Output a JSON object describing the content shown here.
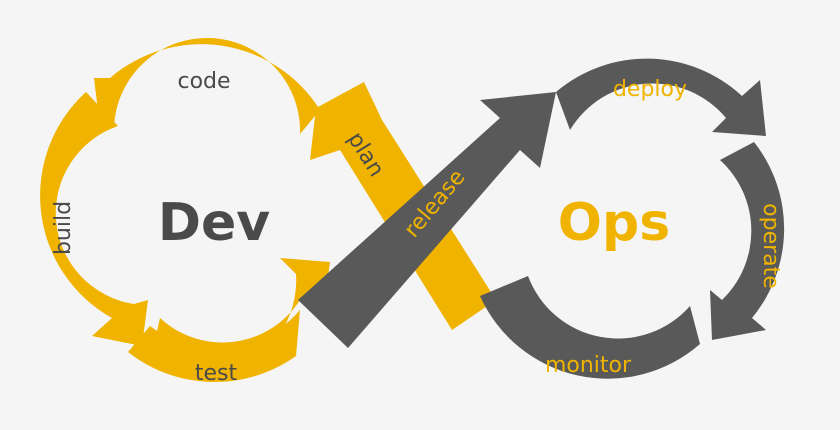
{
  "title_left": "Dev",
  "title_right": "Ops",
  "stages": {
    "code": "code",
    "build": "build",
    "test": "test",
    "plan": "plan",
    "release": "release",
    "deploy": "deploy",
    "operate": "operate",
    "monitor": "monitor"
  },
  "colors": {
    "dev": "#f0b400",
    "ops": "#595959",
    "dev_text": "#4a4a4a",
    "ops_text": "#f0b400",
    "background": "#f5f5f5"
  }
}
